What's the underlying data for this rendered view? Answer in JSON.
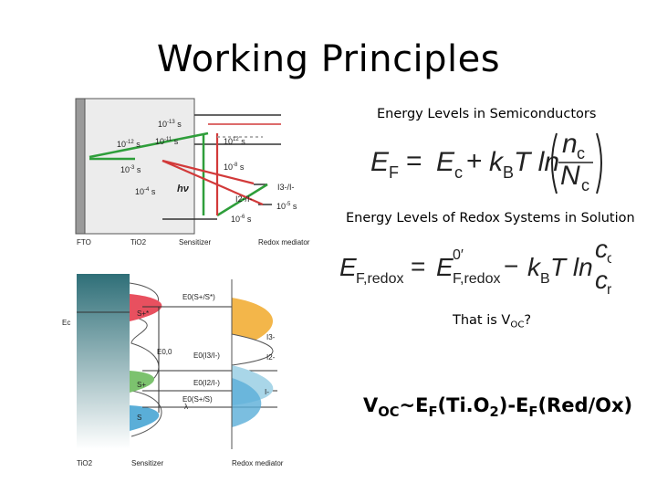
{
  "slide": {
    "title": "Working Principles",
    "caption_semiconductor": "Energy Levels in Semiconductors",
    "caption_redox": "Energy Levels of Redox Systems in Solution",
    "question_prefix": "That is V",
    "question_sub": "OC",
    "question_suffix": "?",
    "result": {
      "v": "V",
      "v_sub": "OC",
      "tilde_e": "~E",
      "f_sub1": "F",
      "tio_open": "(Ti.O",
      "two": "2",
      "mid": ")-E",
      "f_sub2": "F",
      "tail": "(Red/Ox)"
    }
  },
  "equation1": {
    "lhs": "E",
    "lhs_sub": "F",
    "eq": "=",
    "e": "E",
    "e_sub": "c",
    "plus": "+",
    "k": "k",
    "k_sub": "B",
    "t_ln": "T ln",
    "num": "n",
    "num_sub": "c",
    "den": "N",
    "den_sub": "c"
  },
  "equation2": {
    "lhs": "E",
    "lhs_sub": "F,redox",
    "eq": "=",
    "e": "E",
    "e_sup": "0′",
    "e_sub": "F,redox",
    "minus": "−",
    "k": "k",
    "k_sub": "B",
    "t_ln": "T ln",
    "num": "c",
    "num_sub": "ox",
    "den": "c",
    "den_sub": "red"
  },
  "diagram_top": {
    "t_13": "10",
    "t_13_exp": "-13",
    "t_12": "10",
    "t_12_exp": "-12",
    "t_11": "10",
    "t_11_exp": "-11",
    "t_12b": "10",
    "t_12b_exp": "12",
    "t_3": "10",
    "t_3_exp": "-3",
    "t_8": "10",
    "t_8_exp": "-8",
    "t_4": "10",
    "t_4_exp": "-4",
    "t_5": "10",
    "t_5_exp": "-5",
    "t_6": "10",
    "t_6_exp": "-6",
    "s": "s",
    "hv": "hν",
    "i3_label": "I3-/I-",
    "i2_label": "I2-/I-",
    "fto": "FTO",
    "tio2": "TiO2",
    "sensitizer": "Sensitizer",
    "redox_mediator": "Redox mediator",
    "colors": {
      "green": "#2e9e3a",
      "red": "#d23a3a",
      "gray": "#9a9a9a"
    }
  },
  "diagram_bottom": {
    "ec": "Ec",
    "s_plus_star": "S+*",
    "s_plus": "S+",
    "s": "S",
    "e00": "E0,0",
    "lambda": "λ",
    "e0_s_plus_star": "E0(S+/S*)",
    "e0_i3": "E0(I3/I-)",
    "e0_i2": "E0(I2/I-)",
    "e0_s_plus_s": "E0(S+/S)",
    "i3_minus": "I3-",
    "i2_minus": "I2-",
    "i_minus": "I-",
    "tio2": "TiO2",
    "sensitizer": "Sensitizer",
    "redox_mediator": "Redox mediator",
    "colors": {
      "red": "#e8505f",
      "green": "#7cc26e",
      "blue": "#5aaed8",
      "orange": "#f3b64a",
      "lightblue": "#a9d6e8",
      "teal": "#2f6f78"
    }
  }
}
